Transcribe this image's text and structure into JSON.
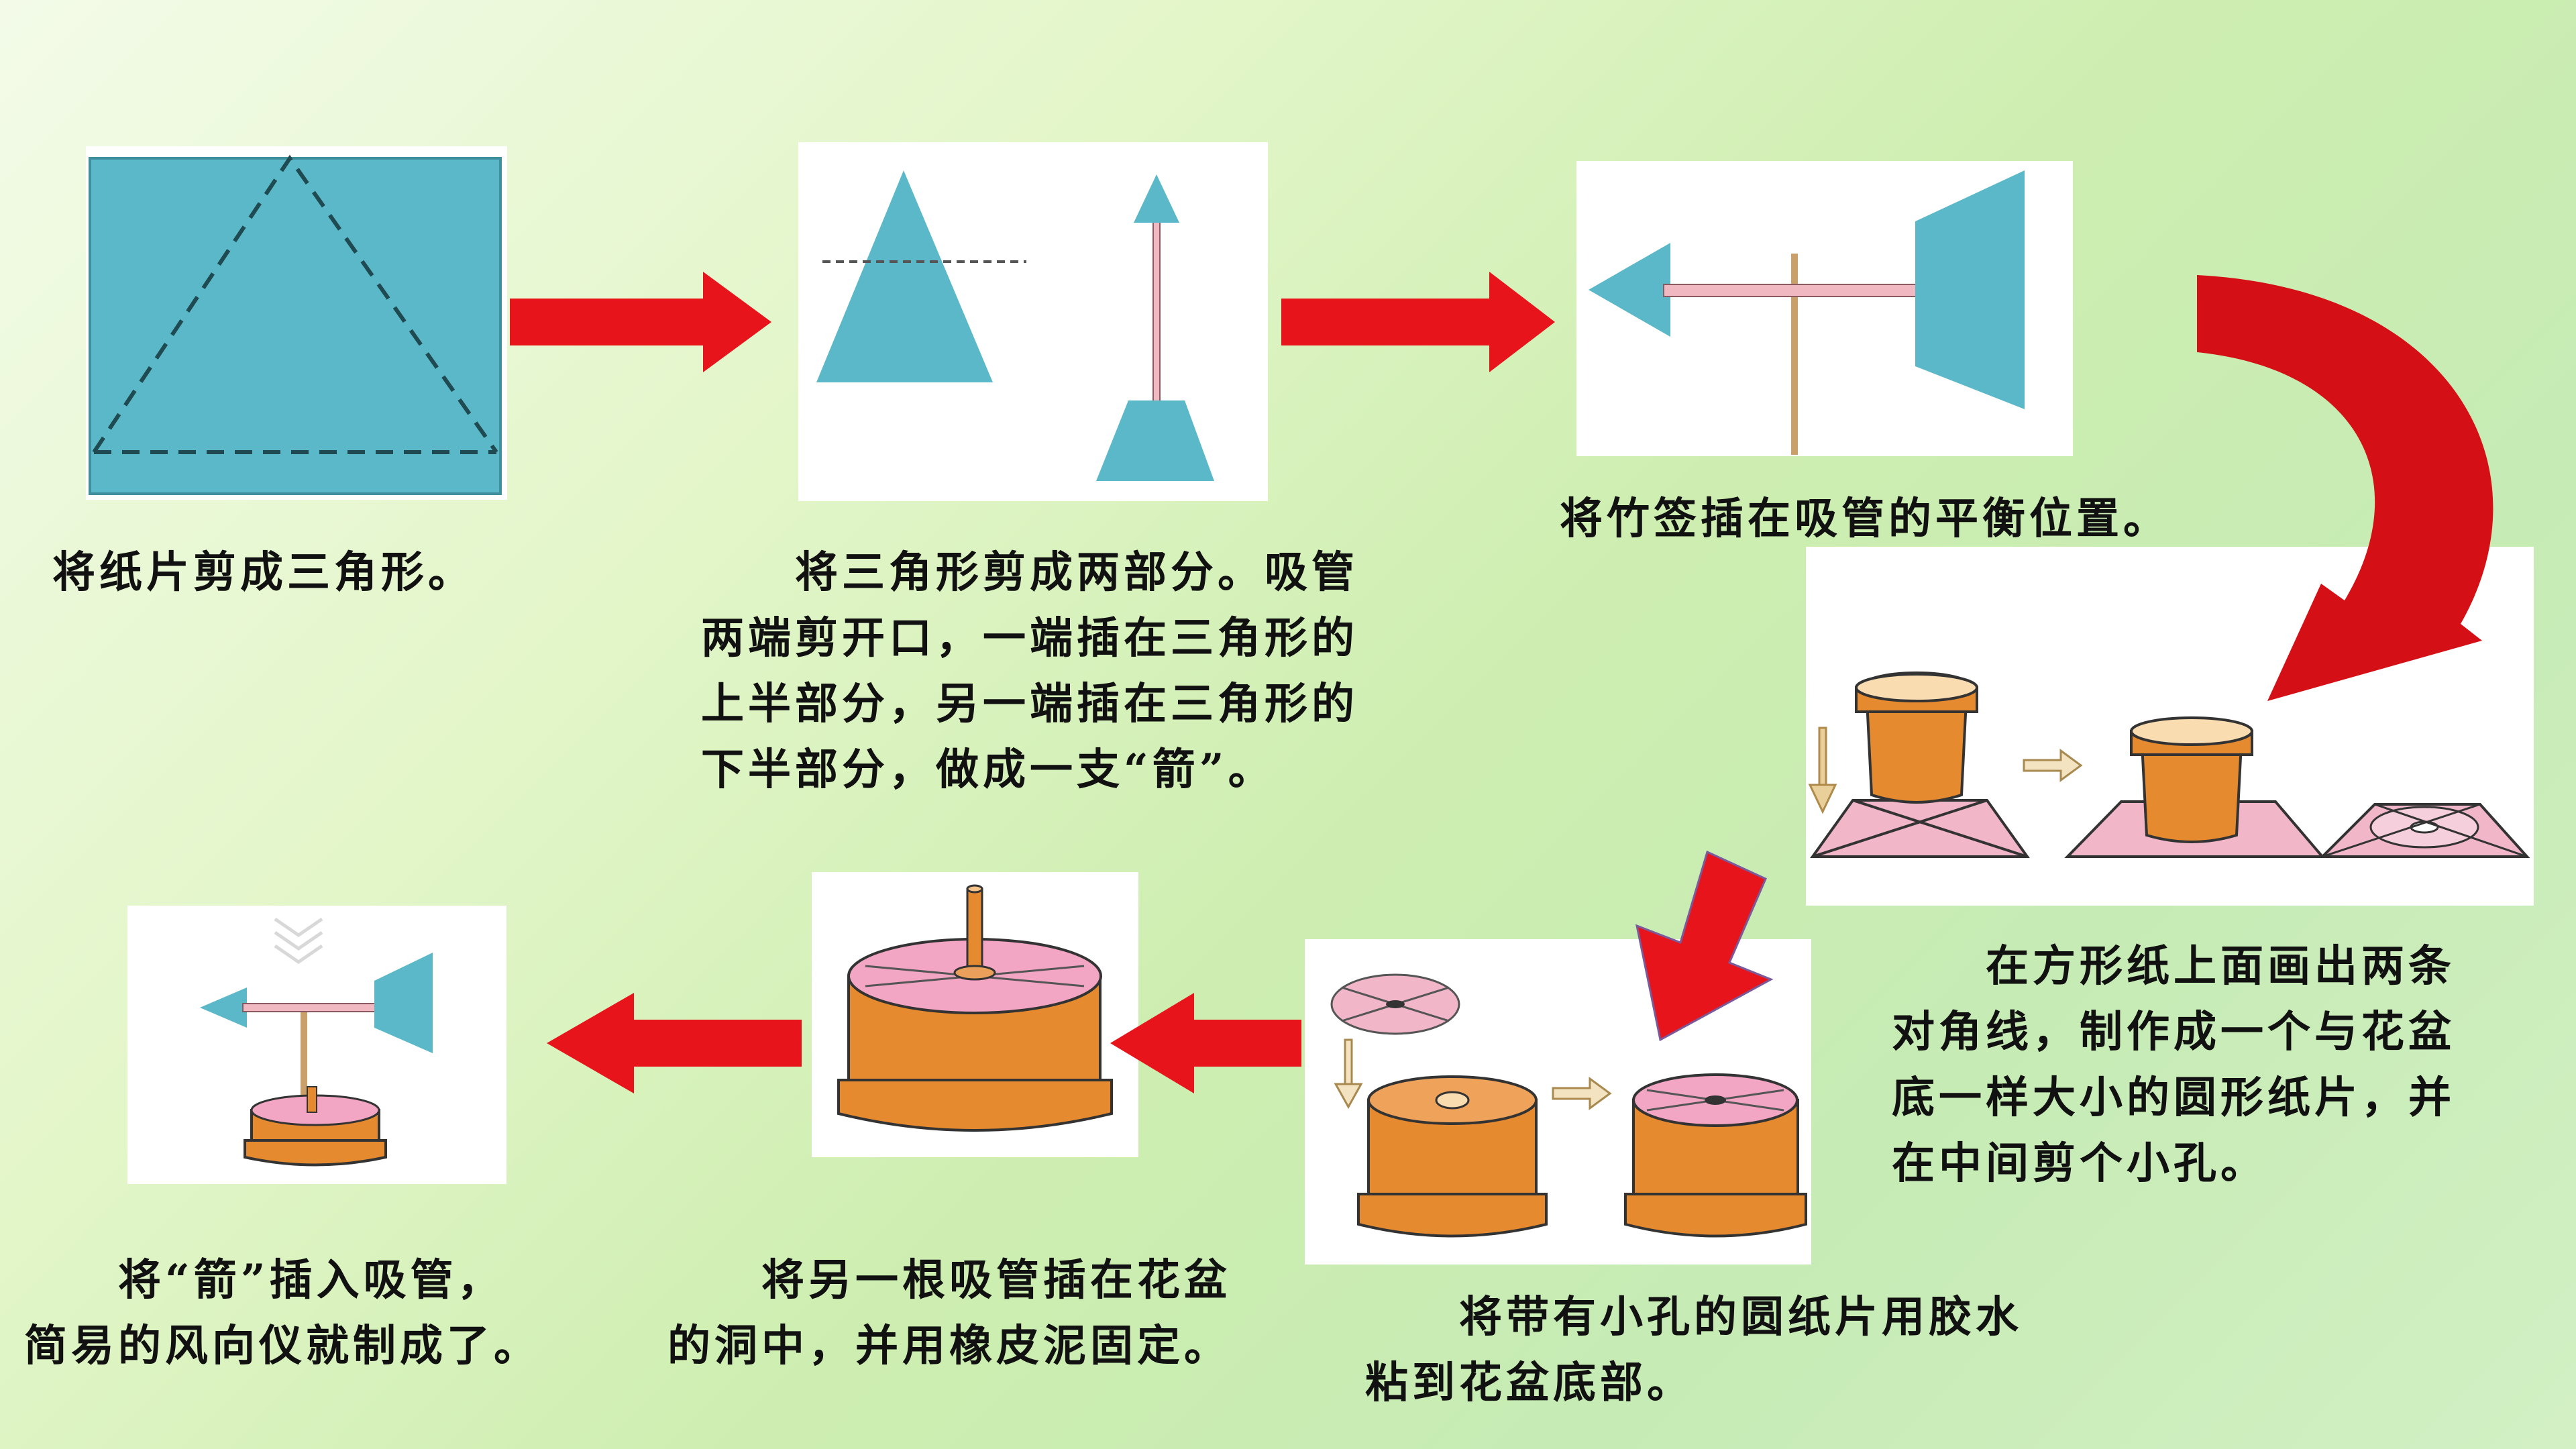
{
  "steps": [
    {
      "caption": "将纸片剪成三角形。"
    },
    {
      "caption": "　　将三角形剪成两部分。吸管\n两端剪开口，一端插在三角形的\n上半部分，另一端插在三角形的\n下半部分，做成一支“箭”。"
    },
    {
      "caption": "将竹签插在吸管的平衡位置。"
    },
    {
      "caption": "　　在方形纸上面画出两条\n对角线，制作成一个与花盆\n底一样大小的圆形纸片，并\n在中间剪个小孔。"
    },
    {
      "caption": "　　将带有小孔的圆纸片用胶水\n粘到花盆底部。"
    },
    {
      "caption": "　　将另一根吸管插在花盆\n的洞中，并用橡皮泥固定。"
    },
    {
      "caption": "　　将“箭”插入吸管，\n简易的风向仪就制成了。"
    }
  ],
  "colors": {
    "paper": "#5bb8c8",
    "arrow": "#e8141c",
    "pot": "#e58a2e",
    "pink": "#f2a6c4",
    "straw": "#f0b8c0",
    "stick": "#c9a06a"
  }
}
